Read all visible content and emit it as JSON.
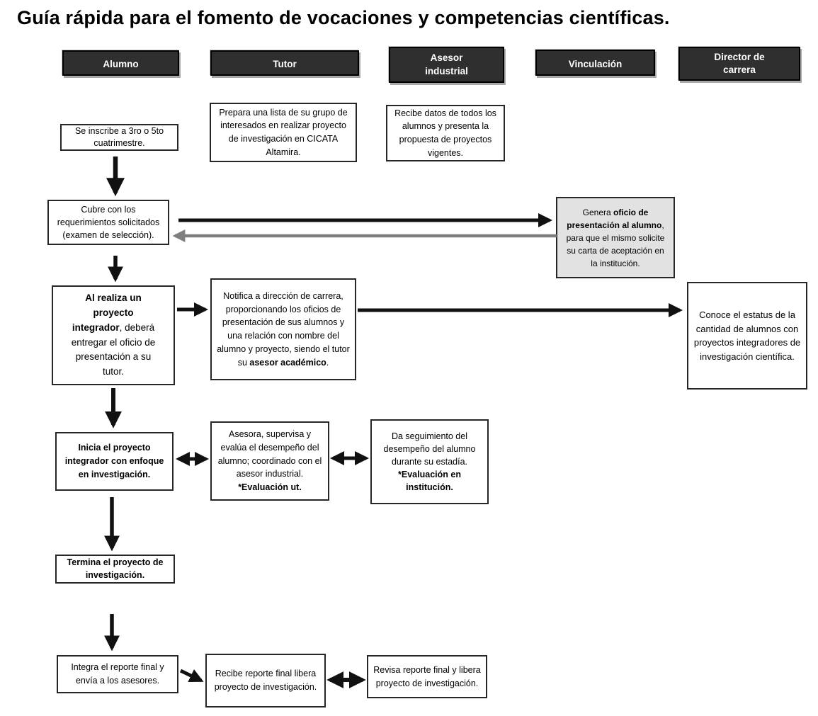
{
  "title": "Guía rápida para el fomento de vocaciones y competencias científicas.",
  "lanes": [
    {
      "id": "alumno",
      "label": "Alumno"
    },
    {
      "id": "tutor",
      "label": "Tutor"
    },
    {
      "id": "asesor-industrial",
      "label": "Asesor\nindustrial"
    },
    {
      "id": "vinculacion",
      "label": "Vinculación"
    },
    {
      "id": "director-de-carrera",
      "label": "Director de\ncarrera"
    }
  ],
  "boxes": {
    "se_inscribe": {
      "lane": "Alumno",
      "segments": [
        {
          "t": "Se inscribe a  3ro o 5to cuatrimestre.",
          "b": false
        }
      ]
    },
    "cubre": {
      "lane": "Alumno",
      "segments": [
        {
          "t": "Cubre con los\nrequerimientos solicitados\n(examen de selección).",
          "b": false
        }
      ]
    },
    "al_realiza": {
      "lane": "Alumno",
      "segments": [
        {
          "t": "Al realiza  un\nproyecto\nintegrador",
          "b": true
        },
        {
          "t": ", deberá\nentregar el oficio de\npresentación a su\ntutor.",
          "b": false
        }
      ]
    },
    "inicia": {
      "lane": "Alumno",
      "segments": [
        {
          "t": "Inicia el proyecto integrador con enfoque en investigación.",
          "b": true
        }
      ]
    },
    "termina": {
      "lane": "Alumno",
      "segments": [
        {
          "t": "Termina el proyecto de investigación.",
          "b": true
        }
      ]
    },
    "integra": {
      "lane": "Alumno",
      "segments": [
        {
          "t": "Integra el reporte final  y envía a los asesores.",
          "b": false
        }
      ]
    },
    "prepara": {
      "lane": "Tutor",
      "segments": [
        {
          "t": "Prepara una lista de su grupo de interesados en realizar proyecto de investigación en CICATA Altamira.",
          "b": false
        }
      ]
    },
    "notifica": {
      "lane": "Tutor",
      "segments": [
        {
          "t": "Notifica a dirección de carrera, proporcionando los oficios de presentación de sus alumnos y una relación con nombre del alumno y proyecto,  siendo el tutor su ",
          "b": false
        },
        {
          "t": "asesor  académico",
          "b": true
        },
        {
          "t": ".",
          "b": false
        }
      ]
    },
    "asesora": {
      "lane": "Tutor",
      "segments": [
        {
          "t": "Asesora, supervisa y evalúa el desempeño del alumno;  coordinado con el asesor  industrial.\n",
          "b": false
        },
        {
          "t": "*Evaluación  ut.",
          "b": true
        }
      ]
    },
    "recibe_reporte": {
      "lane": "Tutor",
      "segments": [
        {
          "t": "Recibe reporte final libera proyecto de investigación.",
          "b": false
        }
      ]
    },
    "recibe_datos": {
      "lane": "Asesor industrial",
      "segments": [
        {
          "t": "Recibe datos de todos los  alumnos y presenta la propuesta de proyectos vigentes.",
          "b": false
        }
      ]
    },
    "da_seguimiento": {
      "lane": "Asesor industrial",
      "segments": [
        {
          "t": "Da seguimiento del desempeño del alumno  durante su estadía.\n",
          "b": false
        },
        {
          "t": "*Evaluación en institución.",
          "b": true
        }
      ]
    },
    "revisa": {
      "lane": "Asesor industrial",
      "segments": [
        {
          "t": "Revisa reporte final y libera proyecto de investigación.",
          "b": false
        }
      ]
    },
    "genera": {
      "lane": "Vinculación",
      "segments": [
        {
          "t": "Genera ",
          "b": false
        },
        {
          "t": "oficio de\npresentación al alumno",
          "b": true
        },
        {
          "t": ",\npara que el mismo solicite\nsu carta de aceptación en\nla  institución.",
          "b": false
        }
      ]
    },
    "conoce": {
      "lane": "Director de carrera",
      "segments": [
        {
          "t": "Conoce el estatus de la cantidad de alumnos con proyectos integradores de investigación científica.",
          "b": false
        }
      ]
    }
  },
  "colors": {
    "header_bg": "#2f2f2f",
    "header_text": "#ffffff",
    "box_bg": "#ffffff",
    "box_border": "#262626",
    "highlight_box_bg": "#e2e2e2",
    "arrow_black": "#111111",
    "arrow_gray": "#7f7f7f"
  }
}
